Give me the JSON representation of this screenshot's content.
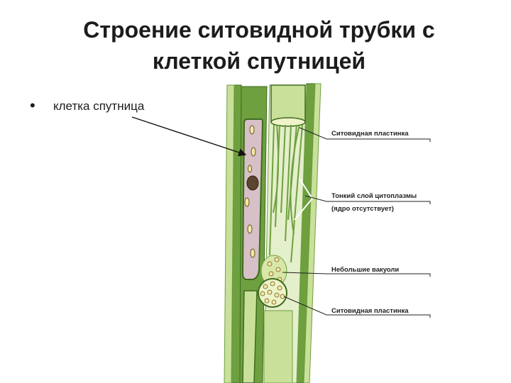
{
  "slide": {
    "title_line1": "Строение ситовидной трубки с",
    "title_line2": "клеткой спутницей",
    "bullet": "клетка спутница"
  },
  "diagram": {
    "labels": {
      "sieve_plate_top": "Ситовидная пластинка",
      "cytoplasm_line1": "Тонкий слой цитоплазмы",
      "cytoplasm_line2": "(ядро отсутствует)",
      "small_vacuoles": "Небольшие вакуоли",
      "sieve_plate_bottom": "Ситовидная пластинка"
    }
  },
  "colors": {
    "wall_green": "#6fa040",
    "light_green": "#c9e09a",
    "pale_green": "#e4efcb",
    "companion_cell": "#d7c0c7",
    "organelle": "#f4e7a8",
    "nucleus": "#5a4530",
    "plate": "#eef3c8"
  }
}
